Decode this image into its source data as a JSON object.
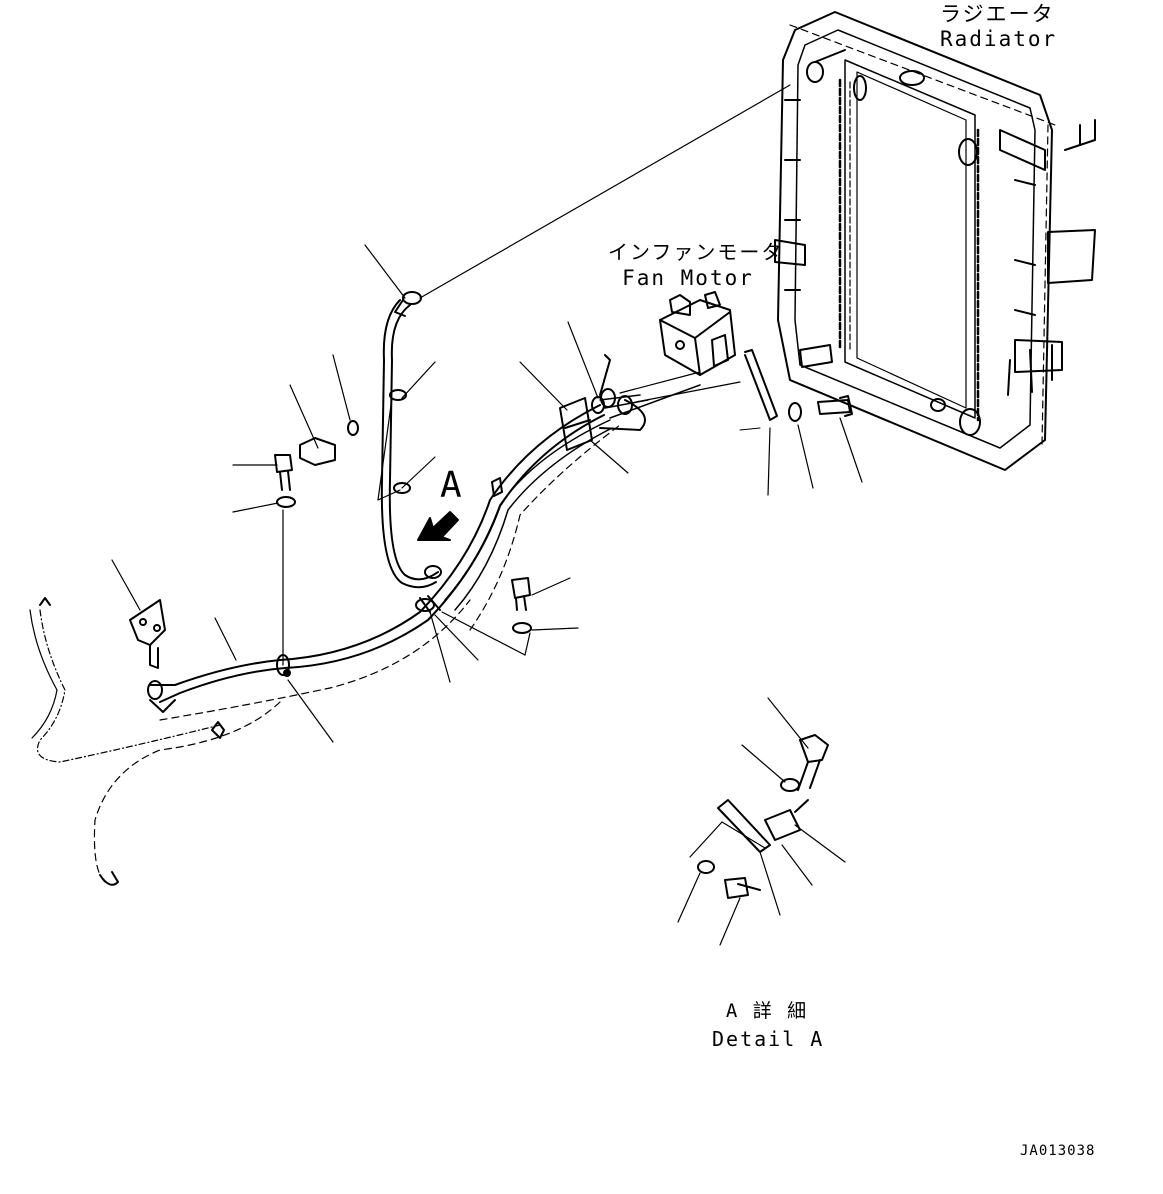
{
  "labels": {
    "radiator_jp": "ラジエータ",
    "radiator_en": "Radiator",
    "fan_motor_jp": "インファンモータ",
    "fan_motor_en": "Fan Motor",
    "view_arrow": "A",
    "detail_jp": "A 詳 細",
    "detail_en": "Detail A",
    "drawing_ref": "JA013038"
  }
}
